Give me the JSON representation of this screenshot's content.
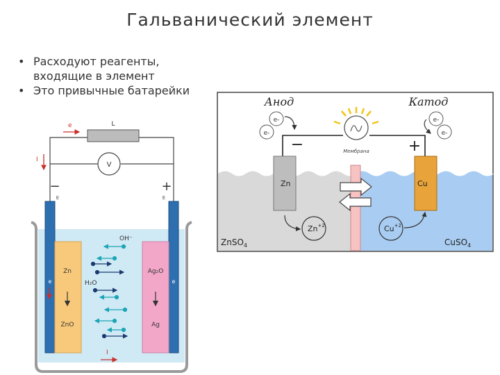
{
  "slide": {
    "title": "Гальванический элемент",
    "bullets": [
      "Расходуют реагенты, входящие в элемент",
      "Это привычные батарейки"
    ]
  },
  "left_diagram": {
    "circuit": {
      "electron": "e",
      "load": "L",
      "meter": "V",
      "current": "I"
    },
    "minus": "−",
    "plus": "+",
    "left_e": "E",
    "right_e": "E",
    "ions_label": "OH⁻",
    "water_label": "H₂O",
    "anode": {
      "top": "Zn",
      "bottom": "ZnO",
      "electrode_label": "e"
    },
    "cathode": {
      "top": "Ag₂O",
      "bottom": "Ag",
      "electrode_label": "e"
    },
    "bottom_current": "I",
    "colors": {
      "electrolyte": "#cfe9f5",
      "anode": "#f8c97a",
      "cathode": "#f2a7c9",
      "electrode": "#2e6fb0",
      "arrow": "#c9302c"
    }
  },
  "right_diagram": {
    "anode_title": "Анод",
    "cathode_title": "Катод",
    "electrons": [
      "e-",
      "e-",
      "e-",
      "e-"
    ],
    "minus": "−",
    "plus": "+",
    "membrane_label": "Мембрана",
    "anode_metal": "Zn",
    "cathode_metal": "Cu",
    "zn_ion": "Zn",
    "zn_charge": "+2",
    "cu_ion": "Cu",
    "cu_charge": "+2",
    "left_solution": "ZnSO",
    "left_solution_sub": "4",
    "right_solution": "CuSO",
    "right_solution_sub": "4",
    "colors": {
      "left_solution": "#d9d9d9",
      "right_solution": "#a9cdf2",
      "membrane": "#f6c2c2",
      "cathode": "#e8a33a",
      "anode": "#bdbdbd"
    }
  }
}
